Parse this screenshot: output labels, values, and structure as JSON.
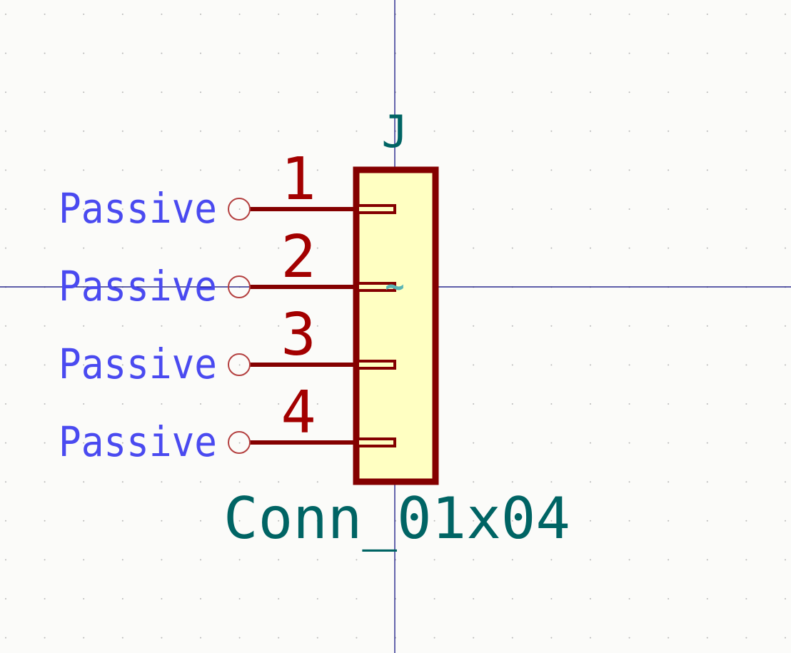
{
  "symbol": {
    "reference": "J",
    "value": "Conn_01x04",
    "unit_marker": "~",
    "pins": [
      {
        "number": "1",
        "type": "Passive"
      },
      {
        "number": "2",
        "type": "Passive"
      },
      {
        "number": "3",
        "type": "Passive"
      },
      {
        "number": "4",
        "type": "Passive"
      }
    ]
  },
  "colors": {
    "background": "#fbfbf9",
    "grid_dot": "#b8b8b8",
    "crosshair": "#00007a",
    "body_outline": "#840000",
    "body_fill": "#ffffc2",
    "pin_line": "#840000",
    "pin_number": "#a30000",
    "pin_type_text": "#4a4af0",
    "field_text": "#006464",
    "unit_marker": "#5ab4b4",
    "pin_end_circle": "#b44040"
  }
}
